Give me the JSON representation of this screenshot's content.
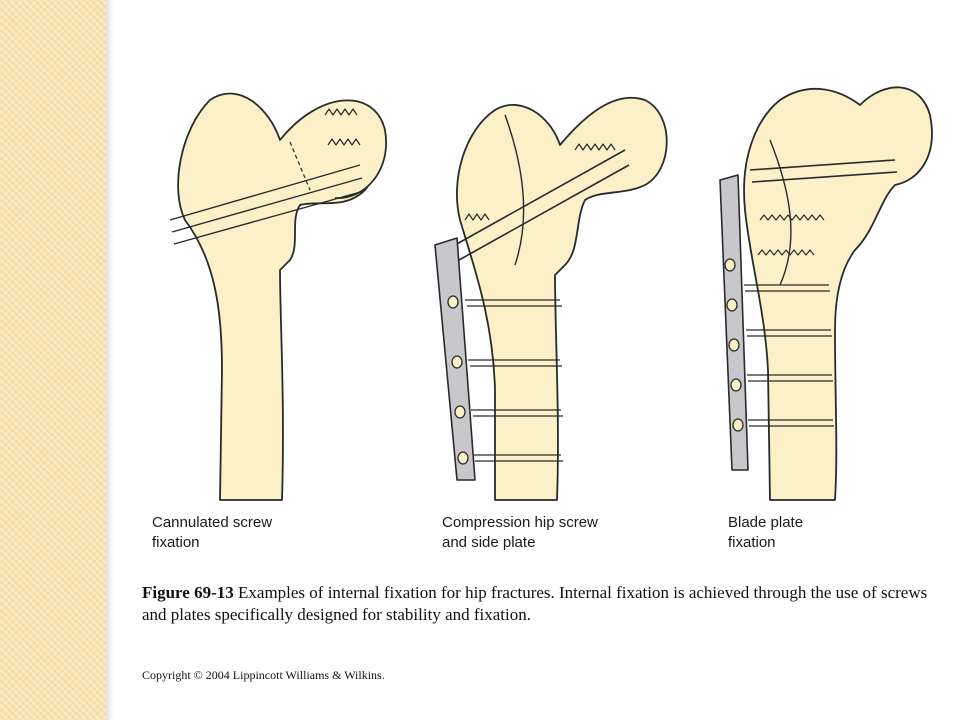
{
  "figure": {
    "panels": [
      {
        "label_line1": "Cannulated screw",
        "label_line2": "fixation"
      },
      {
        "label_line1": "Compression hip screw",
        "label_line2": "and side plate"
      },
      {
        "label_line1": "Blade plate",
        "label_line2": "fixation"
      }
    ],
    "caption_number": "Figure 69-13",
    "caption_text": " Examples of internal fixation for hip fractures. Internal fixation is achieved through the use of screws and plates specifically designed for stability and fixation.",
    "copyright": "Copyright © 2004 Lippincott Williams & Wilkins."
  },
  "colors": {
    "band": "#f6e2aa",
    "bone": "#fbf0c8",
    "outline": "#2a2a2a",
    "plate": "#c8c8cc"
  }
}
